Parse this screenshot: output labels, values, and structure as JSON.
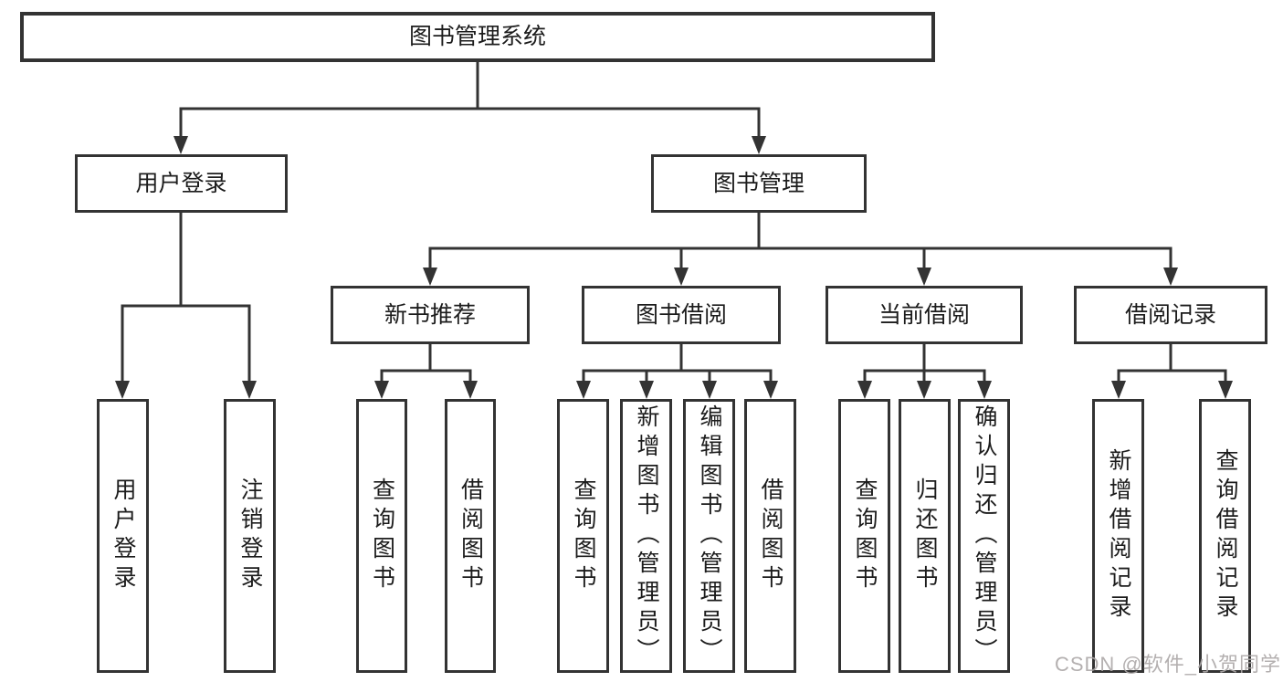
{
  "diagram_title": "图书管理系统",
  "watermark": "CSDN @软件_小贺同学",
  "colors": {
    "line": "#333333",
    "box_border": "#333333",
    "text": "#1c1c1c",
    "watermark": "#aca7a7",
    "background": "#ffffff"
  },
  "tree": {
    "label": "图书管理系统",
    "children": [
      {
        "label": "用户登录",
        "children": [
          {
            "label": "用户登录"
          },
          {
            "label": "注销登录"
          }
        ]
      },
      {
        "label": "图书管理",
        "children": [
          {
            "label": "新书推荐",
            "children": [
              {
                "label": "查询图书"
              },
              {
                "label": "借阅图书"
              }
            ]
          },
          {
            "label": "图书借阅",
            "children": [
              {
                "label": "查询图书"
              },
              {
                "label": "新增图书（管理员）"
              },
              {
                "label": "编辑图书（管理员）"
              },
              {
                "label": "借阅图书"
              }
            ]
          },
          {
            "label": "当前借阅",
            "children": [
              {
                "label": "查询图书"
              },
              {
                "label": "归还图书"
              },
              {
                "label": "确认归还（管理员）"
              }
            ]
          },
          {
            "label": "借阅记录",
            "children": [
              {
                "label": "新增借阅记录"
              },
              {
                "label": "查询借阅记录"
              }
            ]
          }
        ]
      }
    ]
  }
}
